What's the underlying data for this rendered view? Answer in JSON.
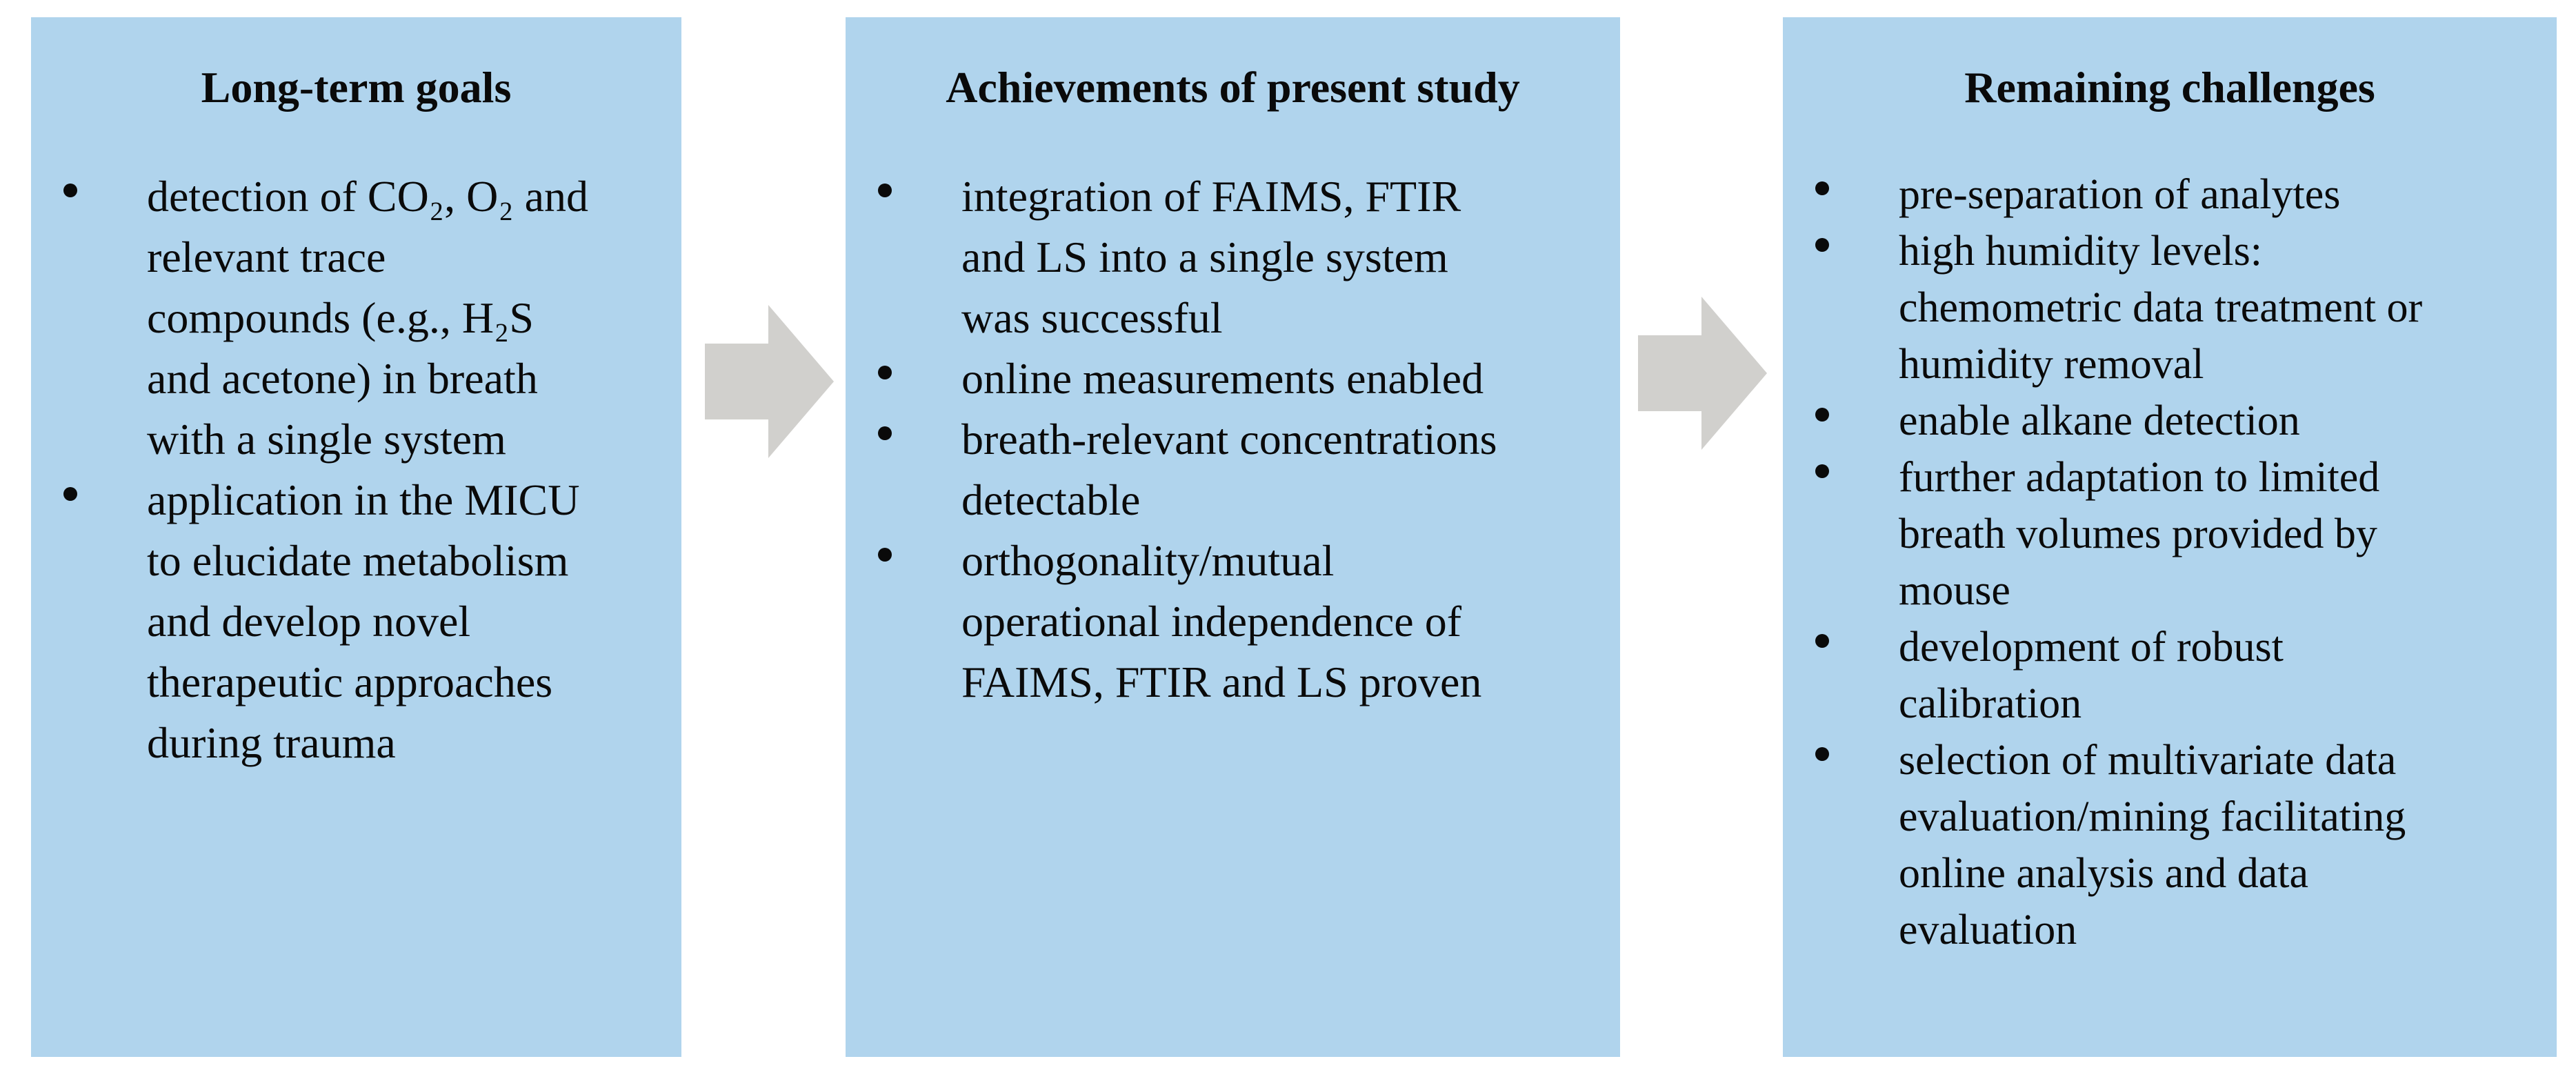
{
  "figure": {
    "background": "#ffffff",
    "box_fill": "#b0d4ed",
    "arrow_fill": "#d1d0cd",
    "text_color": "#0a0a0a"
  },
  "arrows": [
    {
      "icon": "block-arrow-right"
    },
    {
      "icon": "block-arrow-right"
    }
  ],
  "boxes": [
    {
      "title": "Long-term goals",
      "bullets": [
        "detection of CO₂, O₂ and\nrelevant trace\ncompounds (e.g., H₂S\nand acetone) in breath\nwith a single system",
        "application in the MICU\nto elucidate metabolism\nand develop novel\ntherapeutic approaches\nduring trauma"
      ]
    },
    {
      "title": "Achievements of present study",
      "bullets": [
        "integration of FAIMS, FTIR\nand LS into a single system\nwas successful",
        "online measurements enabled",
        "breath-relevant concentrations\ndetectable",
        "orthogonality/mutual\noperational independence of\nFAIMS, FTIR and LS proven"
      ]
    },
    {
      "title": "Remaining challenges",
      "bullets": [
        "pre-separation of analytes",
        "high humidity levels:\nchemometric data treatment or\nhumidity removal",
        "enable alkane detection",
        "further adaptation to limited\nbreath volumes provided by\nmouse",
        "development of robust\ncalibration",
        "selection of multivariate data\nevaluation/mining facilitating\nonline analysis and data\nevaluation"
      ]
    }
  ]
}
